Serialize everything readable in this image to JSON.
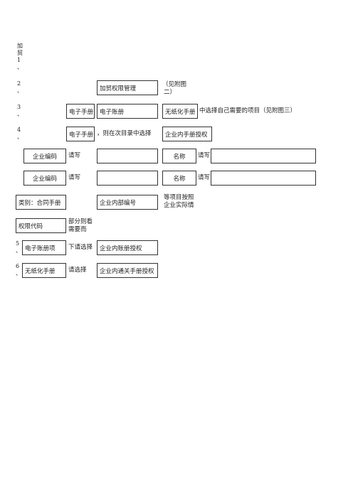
{
  "intro": {
    "chars": [
      "加",
      "贸",
      "1",
      "、"
    ]
  },
  "steps": {
    "s2": {
      "num": "2",
      "sep": "、",
      "box": "加贸权限管理",
      "note_line1": "（见附图",
      "note_line2": "二）"
    },
    "s3": {
      "num": "3",
      "sep": "、",
      "box1": "电子手册",
      "box2": "电子账册",
      "box3": "无纸化手册",
      "note": "中选择自己需要的项目（见附图三）"
    },
    "s4": {
      "num": "4",
      "sep": "、",
      "box1": "电子手册",
      "mid": "，则在次目录中选择",
      "box2": "企业内手册授权"
    },
    "row1": {
      "label": "企业编码",
      "hint": "请写",
      "name_label": "名称",
      "name_hint": "请写"
    },
    "row2": {
      "label": "企业编码",
      "hint": "请写",
      "name_label": "名称",
      "name_hint": "请写"
    },
    "category": {
      "box": "类别：合同手册",
      "code_box": "企业内部编号",
      "note_line1": "等项目按照",
      "note_line2": "企业实际情"
    },
    "permission": {
      "box": "权限代码",
      "note_line1": "部分则看",
      "note_line2": "需要而"
    },
    "s5": {
      "num": "5",
      "sep": "、",
      "box": "电子账册项",
      "mid": "下请选择",
      "box2": "企业内账册授权"
    },
    "s6": {
      "num": "6",
      "sep": "、",
      "box": "无纸化手册",
      "mid": "请选择",
      "box2": "企业内通关手册授权"
    }
  }
}
